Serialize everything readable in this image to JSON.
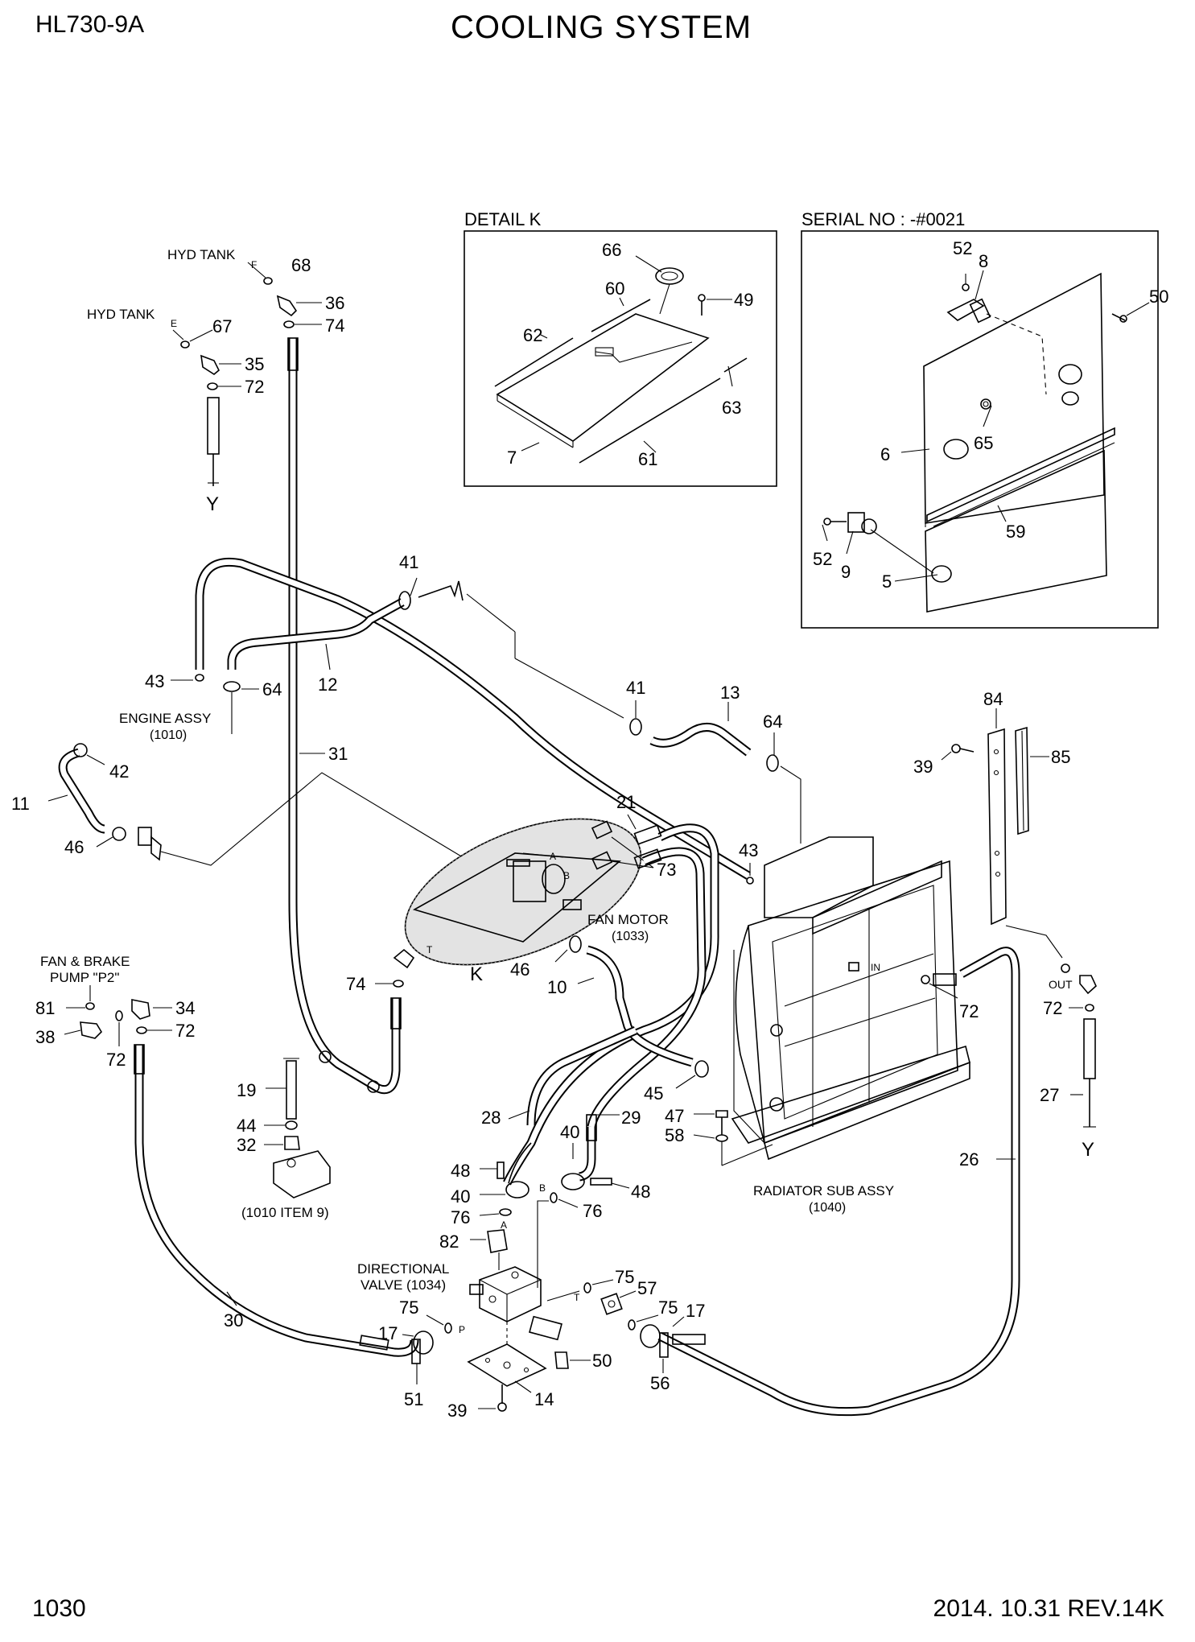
{
  "header": {
    "model": "HL730-9A",
    "title": "COOLING SYSTEM"
  },
  "footer": {
    "page_number": "1030",
    "revision": "2014. 10.31  REV.14K"
  },
  "insets": {
    "detail_k": {
      "title": "DETAIL K"
    },
    "serial": {
      "title": "SERIAL NO : -#0021"
    }
  },
  "assembly_labels": {
    "hyd_tank_f": "HYD TANK",
    "f_port": "F",
    "hyd_tank_e": "HYD TANK",
    "e_port": "E",
    "engine_assy": "ENGINE ASSY",
    "engine_assy_ref": "(1010)",
    "fan_motor": "FAN MOTOR",
    "fan_motor_ref": "(1033)",
    "fan_brake_pump": "FAN & BRAKE",
    "fan_brake_pump_2": "PUMP \"P2\"",
    "radiator": "RADIATOR SUB ASSY",
    "radiator_ref": "(1040)",
    "directional_valve": "DIRECTIONAL",
    "directional_valve_2": "VALVE (1034)",
    "engine_item": "(1010 ITEM 9)",
    "port_a": "A",
    "port_b": "B",
    "port_p": "P",
    "port_t": "T",
    "port_in": "IN",
    "port_out": "OUT",
    "y_left": "Y",
    "y_right": "Y",
    "k_marker": "K"
  },
  "callouts": {
    "c68": "68",
    "c36": "36",
    "c74a": "74",
    "c67": "67",
    "c35": "35",
    "c72a": "72",
    "c66": "66",
    "c60": "60",
    "c49": "49",
    "c62": "62",
    "c63": "63",
    "c7": "7",
    "c61": "61",
    "c52a": "52",
    "c8": "8",
    "c50a": "50",
    "c6": "6",
    "c65": "65",
    "c59": "59",
    "c52b": "52",
    "c9": "9",
    "c5": "5",
    "c41a": "41",
    "c43a": "43",
    "c64a": "64",
    "c12": "12",
    "c31": "31",
    "c41b": "41",
    "c13": "13",
    "c64b": "64",
    "c84": "84",
    "c85": "85",
    "c39a": "39",
    "c42": "42",
    "c11": "11",
    "c46a": "46",
    "c21": "21",
    "c43b": "43",
    "c73": "73",
    "c46b": "46",
    "c10": "10",
    "c74b": "74",
    "c72b": "72",
    "c72c": "72",
    "c27": "27",
    "c81": "81",
    "c34": "34",
    "c38": "38",
    "c72d": "72",
    "c72e": "72",
    "c19": "19",
    "c44": "44",
    "c32": "32",
    "c45": "45",
    "c47": "47",
    "c58": "58",
    "c28": "28",
    "c29": "29",
    "c40a": "40",
    "c48a": "48",
    "c40b": "40",
    "c48b": "48",
    "c76a": "76",
    "c76b": "76",
    "c26": "26",
    "c82": "82",
    "c30": "30",
    "c75a": "75",
    "c57": "57",
    "c75b": "75",
    "c17a": "17",
    "c75c": "75",
    "c17b": "17",
    "c50b": "50",
    "c56": "56",
    "c51": "51",
    "c14": "14",
    "c39b": "39"
  }
}
